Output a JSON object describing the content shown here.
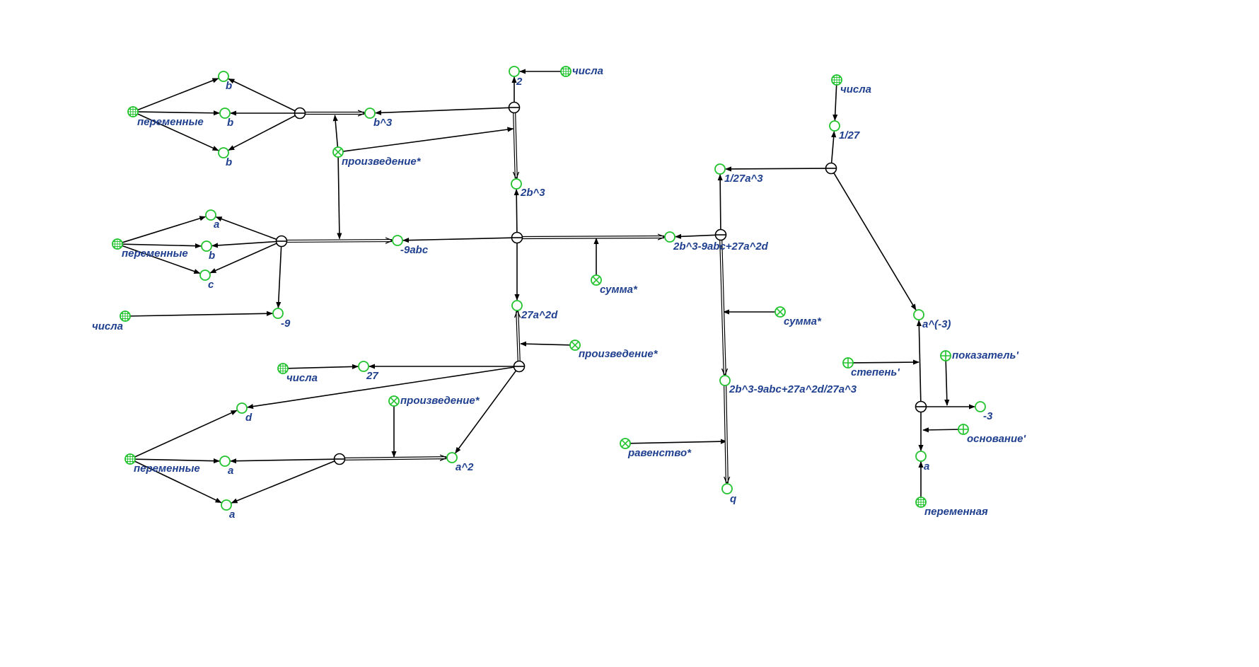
{
  "colors": {
    "background": "#ffffff",
    "node": "#22c32e",
    "label": "#1f3f8f",
    "edge": "#000000"
  },
  "labels": {
    "b_top": "b",
    "b_mid": "b",
    "b_bot": "b",
    "vars1": "переменные",
    "b3": "b^3",
    "two": "2",
    "nums_top": "числа",
    "prod1": "произведение*",
    "b3x2": "2b^3",
    "a1": "a",
    "b1": "b",
    "c1": "c",
    "vars2": "переменные",
    "neg9abc": "-9abc",
    "neg9": "-9",
    "nums_left": "числа",
    "sum1": "сумма*",
    "expr": "2b^3-9abc+27a^2d",
    "a27d": "27a^2d",
    "prod2": "произведение*",
    "nums_mid": "числа",
    "n27": "27",
    "d1": "d",
    "prod3": "произведение*",
    "vars3": "переменные",
    "a2": "a",
    "a3": "a",
    "a_sq": "a^2",
    "nums_right": "числа",
    "inv27": "1/27",
    "inv27a3": "1/27a^3",
    "sum2": "сумма*",
    "full_expr": "2b^3-9abc+27a^2d/27a^3",
    "eq": "равенство*",
    "q": "q",
    "a_pow": "a^(-3)",
    "degree": "степень'",
    "exponent": "показатель'",
    "neg3": "-3",
    "base": "основание'",
    "a_var": "a",
    "var_single": "переменная"
  }
}
